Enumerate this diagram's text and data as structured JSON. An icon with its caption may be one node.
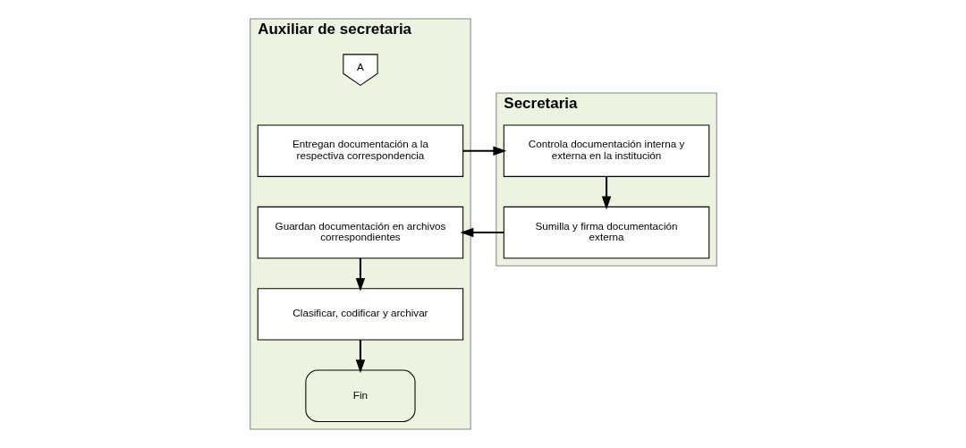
{
  "diagram": {
    "nodes": [
      {
        "text": [
          "Auxiliar de secretaria"
        ]
      },
      {
        "text": [
          "Secretaria"
        ]
      },
      {
        "text": [
          "A"
        ],
        "in": 0
      },
      {
        "text": [
          "Entregan documentación a la respectiva correspondencia"
        ],
        "in": 0
      },
      {
        "text": [
          "Controla documentación interna y externa en la institución"
        ],
        "in": 1
      },
      {
        "text": [
          "Guardan documentación en archivos correspondientes"
        ],
        "in": 0
      },
      {
        "text": [
          "Sumilla y firma documentación externa"
        ],
        "in": 1
      },
      {
        "text": [
          "Clasificar, codificar y archivar"
        ],
        "in": 0
      },
      {
        "text": [
          "Fin"
        ],
        "in": 0
      }
    ],
    "edges": [
      {
        "from": 3,
        "to": 4,
        "arrow": "to"
      },
      {
        "from": 4,
        "to": 6,
        "arrow": "to"
      },
      {
        "from": 6,
        "to": 5,
        "arrow": "to"
      },
      {
        "from": 5,
        "to": 7,
        "arrow": "to"
      },
      {
        "from": 7,
        "to": 8,
        "arrow": "to"
      }
    ]
  }
}
